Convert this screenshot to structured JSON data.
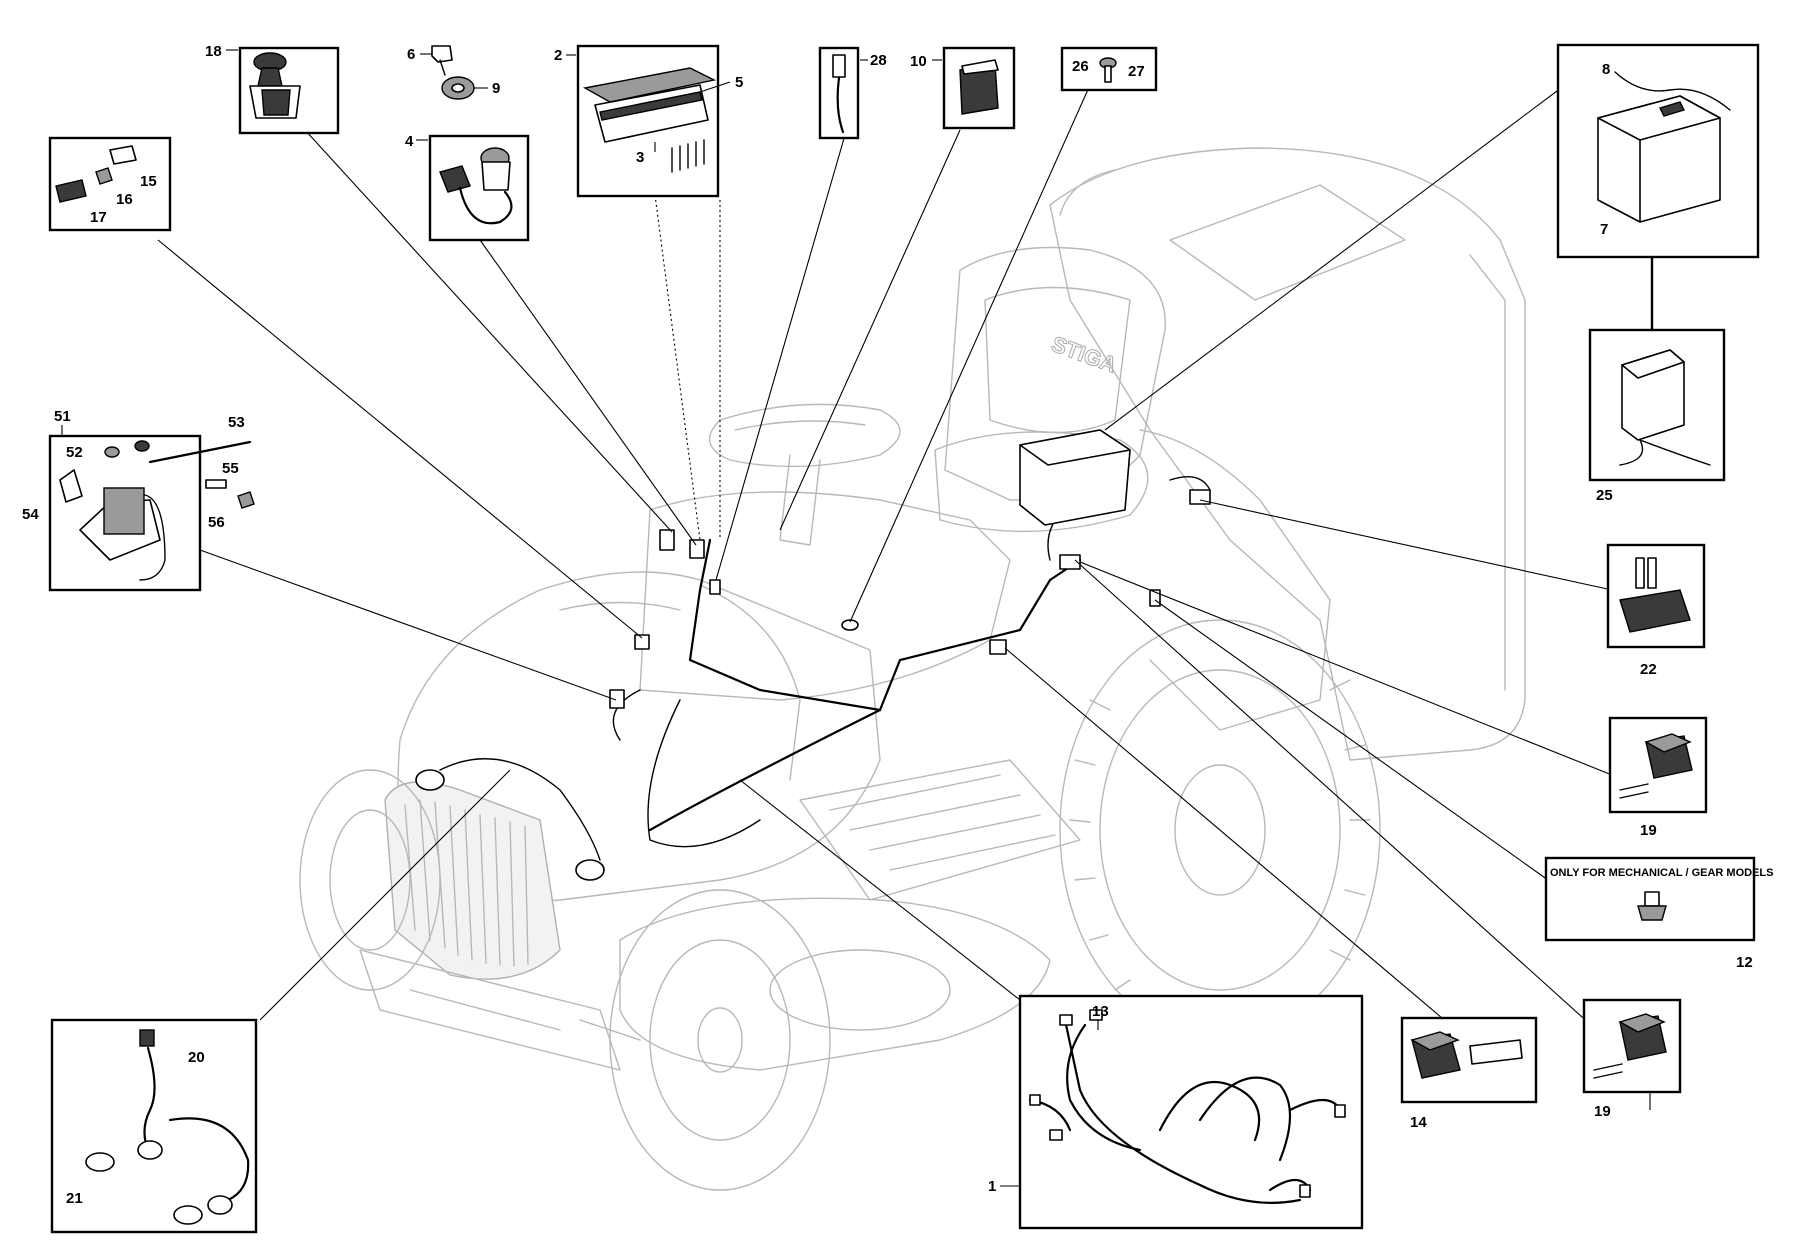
{
  "brand": "STIGA",
  "note": "ONLY FOR MECHANICAL / GEAR MODELS",
  "labels": {
    "l1": "1",
    "l2": "2",
    "l3": "3",
    "l4": "4",
    "l5": "5",
    "l6": "6",
    "l7": "7",
    "l8": "8",
    "l9": "9",
    "l10": "10",
    "l12": "12",
    "l13": "13",
    "l14": "14",
    "l15": "15",
    "l16": "16",
    "l17": "17",
    "l18": "18",
    "l19a": "19",
    "l19b": "19",
    "l20": "20",
    "l21": "21",
    "l22": "22",
    "l25": "25",
    "l26": "26",
    "l27": "27",
    "l28": "28",
    "l51": "51",
    "l52": "52",
    "l53": "53",
    "l54": "54",
    "l55": "55",
    "l56": "56"
  }
}
